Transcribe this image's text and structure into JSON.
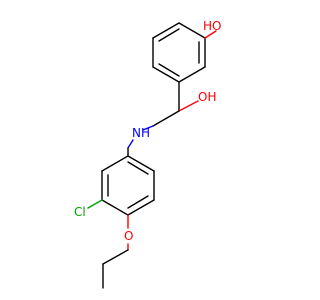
{
  "molecule": {
    "atoms": {
      "hydroxyl_phenol": "HO",
      "hydroxyl_side": "OH",
      "amine": "NH",
      "chloro": "Cl",
      "ether_oxygen": "O"
    },
    "colors": {
      "carbon": "#000000",
      "oxygen": "#ff0000",
      "nitrogen": "#0000ff",
      "chlorine": "#00a000"
    }
  }
}
